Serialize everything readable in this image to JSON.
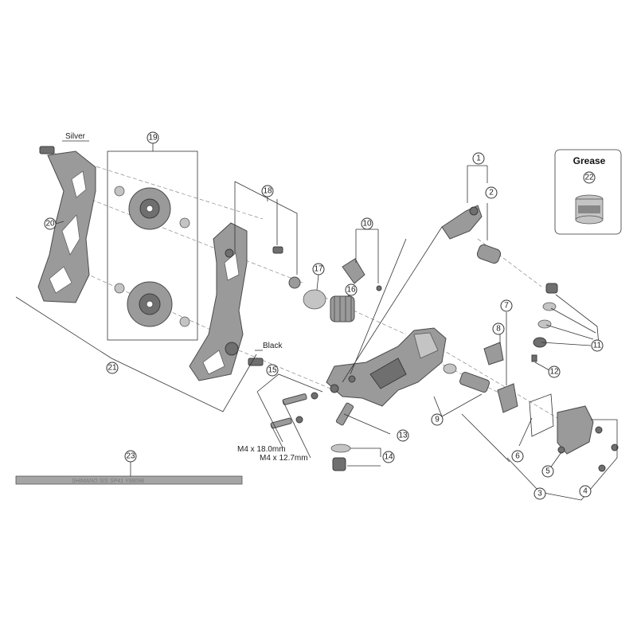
{
  "labels": {
    "silver": "Silver",
    "black": "Black",
    "grease": "Grease",
    "bolt_long": "M4 x 18.0mm",
    "bolt_short": "M4 x 12.7mm",
    "cable_print": "SHIMANO SIS SP41 Y68098"
  },
  "callouts": [
    "1",
    "2",
    "3",
    "4",
    "5",
    "6",
    "7",
    "8",
    "9",
    "10",
    "11",
    "12",
    "13",
    "14",
    "15",
    "16",
    "17",
    "18",
    "19",
    "20",
    "21",
    "22",
    "23"
  ],
  "colors": {
    "part": "#9a9a9a",
    "line": "#333333"
  }
}
